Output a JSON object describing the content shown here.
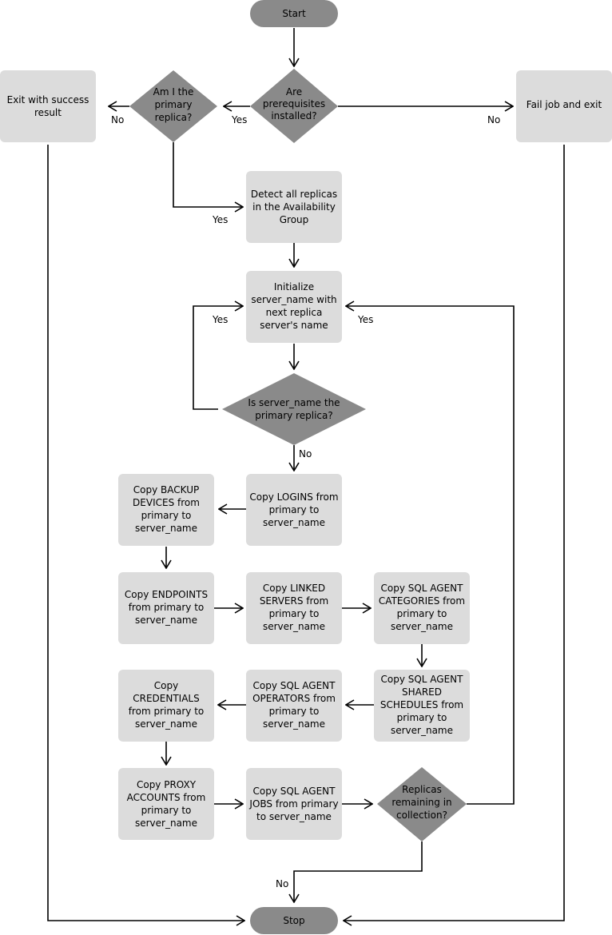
{
  "nodes": {
    "start": [
      "Start"
    ],
    "prereq": [
      "Are",
      "prerequisites",
      "installed?"
    ],
    "am_primary": [
      "Am I the",
      "primary",
      "replica?"
    ],
    "exit_success": [
      "Exit with success",
      "result"
    ],
    "fail": [
      "Fail job and exit"
    ],
    "detect": [
      "Detect all replicas",
      "in the Availability",
      "Group"
    ],
    "init": [
      "Initialize",
      "server_name with",
      "next replica",
      "server's name"
    ],
    "is_primary": [
      "Is server_name the",
      "primary replica?"
    ],
    "logins": [
      "Copy LOGINS from",
      "primary to",
      "server_name"
    ],
    "backup": [
      "Copy BACKUP",
      "DEVICES from",
      "primary to",
      "server_name"
    ],
    "endpoints": [
      "Copy ENDPOINTS",
      "from primary to",
      "server_name"
    ],
    "linked": [
      "Copy LINKED",
      "SERVERS from",
      "primary to",
      "server_name"
    ],
    "categories": [
      "Copy SQL AGENT",
      "CATEGORIES from",
      "primary to",
      "server_name"
    ],
    "schedules": [
      "Copy SQL AGENT",
      "SHARED",
      "SCHEDULES from",
      "primary to",
      "server_name"
    ],
    "operators": [
      "Copy SQL AGENT",
      "OPERATORS from",
      "primary to",
      "server_name"
    ],
    "credentials": [
      "Copy",
      "CREDENTIALS",
      "from primary to",
      "server_name"
    ],
    "proxy": [
      "Copy PROXY",
      "ACCOUNTS from",
      "primary to",
      "server_name"
    ],
    "jobs": [
      "Copy SQL AGENT",
      "JOBS from primary",
      "to server_name"
    ],
    "remaining": [
      "Replicas",
      "remaining in",
      "collection?"
    ],
    "stop": [
      "Stop"
    ]
  },
  "edge_labels": {
    "prereq_yes": "Yes",
    "prereq_no": "No",
    "am_primary_no": "No",
    "am_primary_yes": "Yes",
    "loop_yes_left": "Yes",
    "loop_yes_right": "Yes",
    "is_primary_no": "No",
    "remaining_no": "No"
  }
}
